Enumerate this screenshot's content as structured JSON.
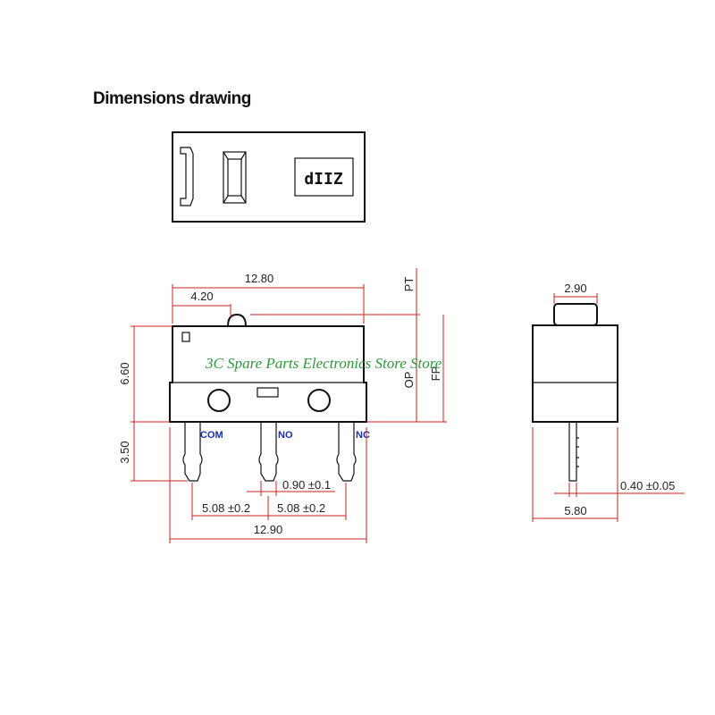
{
  "title": "Dimensions drawing",
  "top_view": {
    "logo_text": "dIIZ"
  },
  "front_view": {
    "width_total": "12.80",
    "actuator_offset": "4.20",
    "height": "6.60",
    "pin_length": "3.50",
    "pin_width": "0.90 ±0.1",
    "pin_pitch_left": "5.08 ±0.2",
    "pin_pitch_right": "5.08 ±0.2",
    "base_width": "12.90",
    "pin_labels": {
      "com": "COM",
      "no": "NO",
      "nc": "NC"
    },
    "positions": {
      "pt": "PT",
      "op": "OP",
      "fp": "FP"
    }
  },
  "side_view": {
    "actuator_width": "2.90",
    "body_width": "5.80",
    "pin_thickness": "0.40 ±0.05"
  },
  "watermark": "3C Spare Parts Electronics Store Store"
}
